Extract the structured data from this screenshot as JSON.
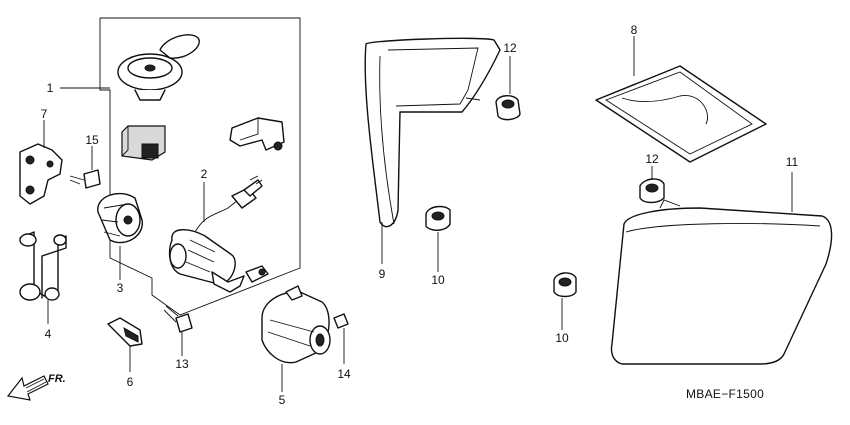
{
  "callouts": {
    "c1": "1",
    "c2": "2",
    "c3": "3",
    "c4": "4",
    "c5": "5",
    "c6": "6",
    "c7": "7",
    "c8": "8",
    "c9": "9",
    "c10a": "10",
    "c10b": "10",
    "c11": "11",
    "c12a": "12",
    "c12b": "12",
    "c13": "13",
    "c14": "14",
    "c15": "15"
  },
  "front_indicator": {
    "label": "FR.",
    "icon": "front-arrow-icon"
  },
  "diagram_code": "MBAE−F1500"
}
